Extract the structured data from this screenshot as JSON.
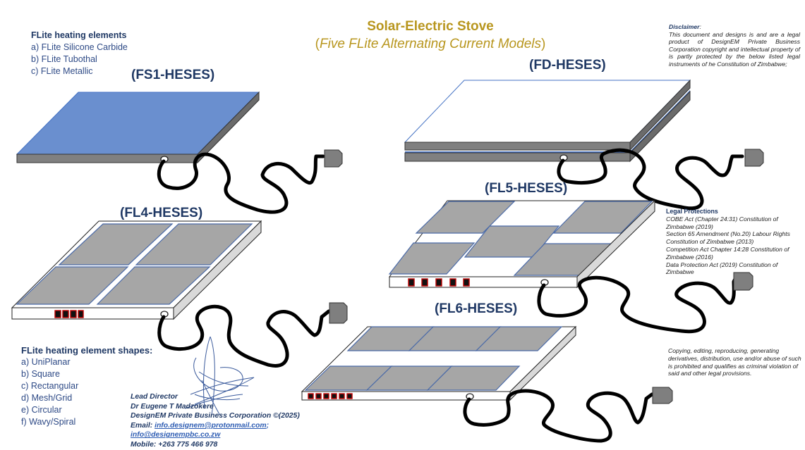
{
  "header": {
    "title": "Solar-Electric Stove",
    "subtitle_open": "(",
    "subtitle": "Five FLite Alternating Current Models",
    "subtitle_close": ")"
  },
  "heating_elements": {
    "heading": "FLite heating elements",
    "items": [
      "a) FLite Silicone Carbide",
      "b) FLite Tubothal",
      "c) FLite Metallic"
    ]
  },
  "models": [
    {
      "id": "fs1",
      "label": "(FS1-HESES)",
      "top_color": "#6a8fcf",
      "side_color": "#808080",
      "control_buttons": 0
    },
    {
      "id": "fd",
      "label": "(FD-HESES)",
      "top_color": "#ffffff",
      "side_color": "#808080",
      "control_buttons": 0
    },
    {
      "id": "fl4",
      "label": "(FL4-HESES)",
      "top_color": "#ffffff",
      "plate_color": "#a6a6a6",
      "plates": 4,
      "control_buttons": 4
    },
    {
      "id": "fl5",
      "label": "(FL5-HESES)",
      "top_color": "#ffffff",
      "plate_color": "#a6a6a6",
      "plates": 5,
      "control_buttons": 5
    },
    {
      "id": "fl6",
      "label": "(FL6-HESES)",
      "top_color": "#ffffff",
      "plate_color": "#a6a6a6",
      "plates": 6,
      "control_buttons": 6
    }
  ],
  "shapes": {
    "heading": "FLite heating element shapes:",
    "items": [
      "a) UniPlanar",
      "b) Square",
      "c) Rectangular",
      "d) Mesh/Grid",
      "e) Circular",
      "f) Wavy/Spiral"
    ]
  },
  "disclaimer": {
    "heading": "Disclaimer",
    "heading_suffix": ":",
    "text": "This document and designs is and are a legal product of DesignEM Private Business Corporation copyright and intellectual property of is partly protected by the below listed legal instruments of he Constitution of Zimbabwe;"
  },
  "legal_protections": {
    "heading": "Legal Protections",
    "items": [
      "COBE Act (Chapter 24:31) Constitution of Zimbabwe (2019)",
      "Section 65 Amendment (No.20) Labour Rights Constitution of Zimbabwe (2013)",
      "Competition Act Chapter 14:28 Constitution of Zimbabwe (2016)",
      "Data Protection Act (2019) Constitution of Zimbabwe"
    ]
  },
  "copy_notice": "Copying, editing, reproducing, generating derivatives, distribution, use and/or abuse of such is prohibited and qualifies as criminal violation of said and other legal provisions.",
  "contact": {
    "role": "Lead Director",
    "name": "Dr Eugene T Madzokere",
    "company": "DesignEM Private Business Corporation ©(2025)",
    "email_label": "Email: ",
    "email1": "info.designem@protonmail.com",
    "email_sep": ";",
    "email2": "info@designempbc.co.zw",
    "mobile": "Mobile: +263 775 466 978"
  },
  "colors": {
    "title": "#b8961e",
    "label_navy": "#1f3864",
    "plate_grey": "#a6a6a6",
    "side_grey": "#808080",
    "accent_blue": "#4472c4",
    "button_red": "#c00000",
    "signature_blue": "#3a5a9c"
  }
}
